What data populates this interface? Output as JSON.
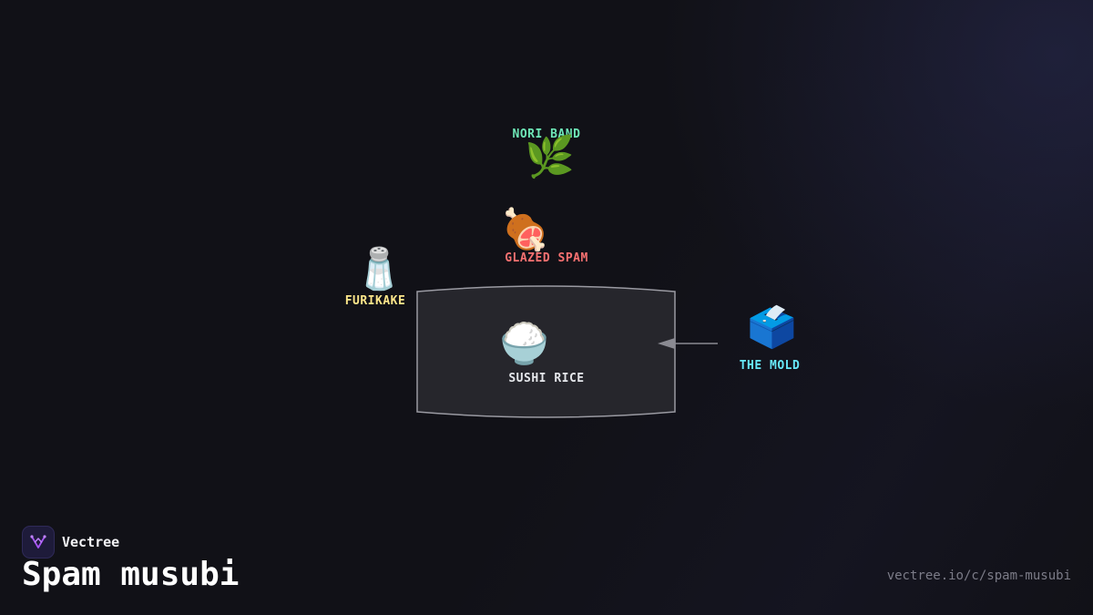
{
  "brand": {
    "name": "Vectree",
    "logo_icon": "vectree-logo-icon"
  },
  "page": {
    "title": "Spam musubi",
    "url": "vectree.io/c/spam-musubi"
  },
  "nodes": [
    {
      "id": "nori-band",
      "label": "NORI BAND",
      "icon": "herb-icon",
      "glyph": "🌿",
      "color": "#6ee7b7"
    },
    {
      "id": "glazed-spam",
      "label": "GLAZED SPAM",
      "icon": "meat-on-bone-icon",
      "glyph": "🍖",
      "color": "#f87171"
    },
    {
      "id": "furikake",
      "label": "FURIKAKE",
      "icon": "salt-shaker-icon",
      "glyph": "🧂",
      "color": "#fde68a"
    },
    {
      "id": "sushi-rice",
      "label": "SUSHI RICE",
      "icon": "cooked-rice-icon",
      "glyph": "🍚",
      "color": "#e5e7eb"
    },
    {
      "id": "the-mold",
      "label": "THE MOLD",
      "icon": "ballot-box-icon",
      "glyph": "🗳️",
      "color": "#67e8f9"
    }
  ],
  "colors": {
    "background": "#111117",
    "container_fill": "#26262c",
    "container_stroke": "#9a9aa2",
    "arrow": "#8a8a92"
  }
}
